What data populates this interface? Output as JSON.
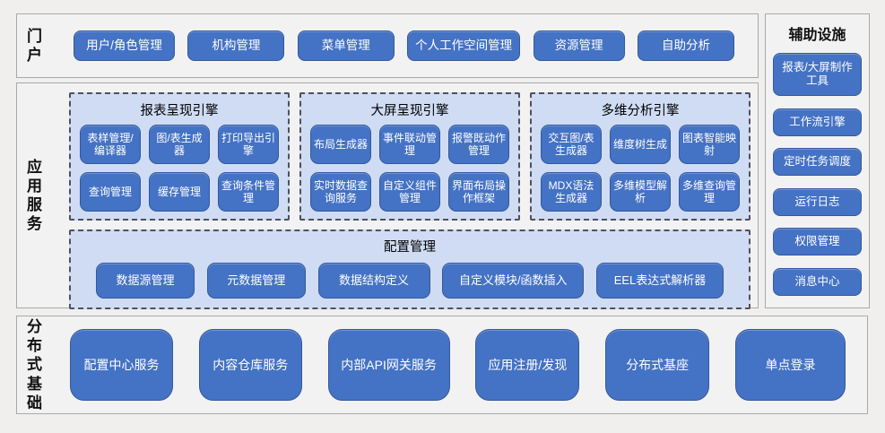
{
  "colors": {
    "button_blue": "#4472c4",
    "button_border": "#34599c",
    "panel_light_blue": "#cfdcf4",
    "dashed_border": "#50505c",
    "section_bg": "#f2f2f2",
    "section_border": "#a9a9a9",
    "page_bg": "#f1efee",
    "button_text": "#ffffff"
  },
  "portal": {
    "label": "门户",
    "buttons": [
      "用户/角色管理",
      "机构管理",
      "菜单管理",
      "个人工作空间管理",
      "资源管理",
      "自助分析"
    ]
  },
  "app_services": {
    "label": "应用服务",
    "engines": [
      {
        "title": "报表呈现引擎",
        "modules": [
          "表样管理/编译器",
          "图/表生成器",
          "打印导出引擎",
          "查询管理",
          "缓存管理",
          "查询条件管理"
        ]
      },
      {
        "title": "大屏呈现引擎",
        "modules": [
          "布局生成器",
          "事件联动管理",
          "报警既动作管理",
          "实时数据查询服务",
          "自定义组件管理",
          "界面布局操作框架"
        ]
      },
      {
        "title": "多维分析引擎",
        "modules": [
          "交互图/表生成器",
          "维度树生成",
          "图表智能映射",
          "MDX语法生成器",
          "多维模型解析",
          "多维查询管理"
        ]
      }
    ],
    "config": {
      "title": "配置管理",
      "modules": [
        "数据源管理",
        "元数据管理",
        "数据结构定义",
        "自定义模块/函数插入",
        "EEL表达式解析器"
      ]
    }
  },
  "distributed": {
    "label": "分布式基础",
    "buttons": [
      "配置中心服务",
      "内容仓库服务",
      "内部API网关服务",
      "应用注册/发现",
      "分布式基座",
      "单点登录"
    ]
  },
  "auxiliary": {
    "label": "辅助设施",
    "buttons": [
      "报表/大屏制作工具",
      "工作流引擎",
      "定时任务调度",
      "运行日志",
      "权限管理",
      "消息中心"
    ]
  }
}
